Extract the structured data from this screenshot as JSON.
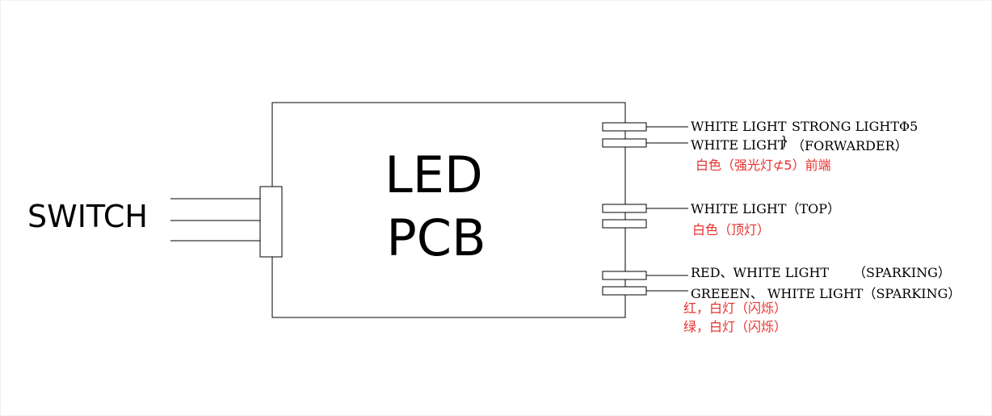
{
  "switch_label": "SWITCH",
  "board": {
    "line1": "LED",
    "line2": "PCB"
  },
  "outputs": {
    "strong": {
      "wire1": "WHITE LIGHT",
      "wire2": "WHITE LIGHT",
      "brace": "}",
      "desc1": "STRONG LIGHTΦ5",
      "desc2": "（FORWARDER）",
      "note": "白色（强光灯⊄5）前端"
    },
    "top": {
      "wire1": "WHITE LIGHT（TOP）",
      "note": "白色（顶灯）"
    },
    "sparking": {
      "wire1": "RED、WHITE LIGHT",
      "wire1_suffix": "（SPARKING）",
      "wire2": "GREEEN、 WHITE LIGHT（SPARKING）",
      "note1": "红，白灯（闪烁）",
      "note2": "绿，白灯（闪烁）"
    }
  },
  "colors": {
    "line": "#000000",
    "note": "#e8312f"
  }
}
